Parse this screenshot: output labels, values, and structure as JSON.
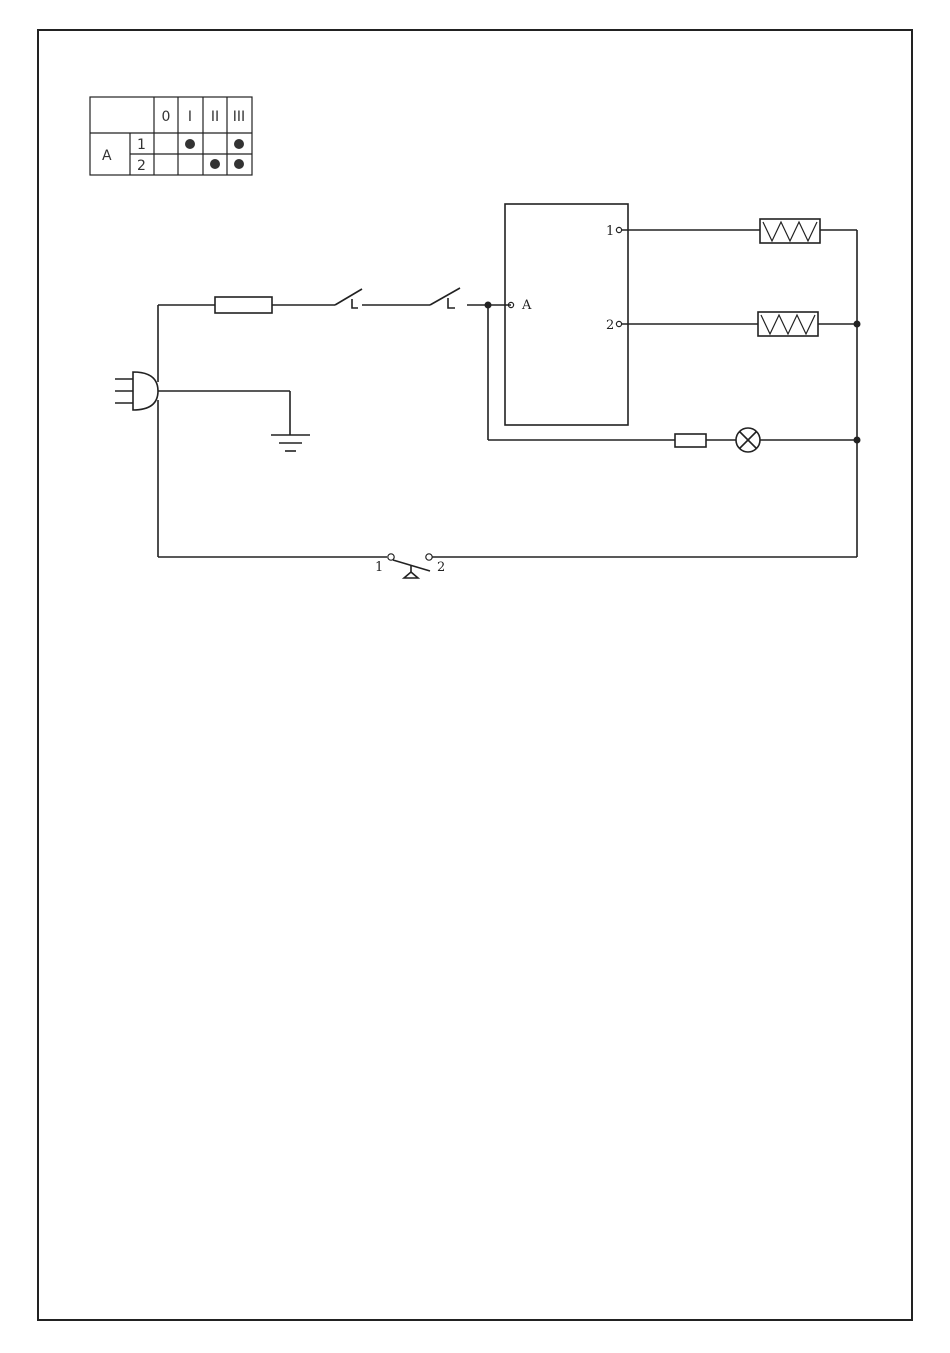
{
  "switch_table": {
    "columns": [
      "0",
      "I",
      "II",
      "III"
    ],
    "group": "A",
    "rows": [
      {
        "label": "1",
        "states": [
          false,
          true,
          false,
          true
        ]
      },
      {
        "label": "2",
        "states": [
          false,
          false,
          true,
          true
        ]
      }
    ]
  },
  "labels": {
    "selector_input": "A",
    "selector_out_1": "1",
    "selector_out_2": "2",
    "door_switch_1": "1",
    "door_switch_2": "2"
  }
}
